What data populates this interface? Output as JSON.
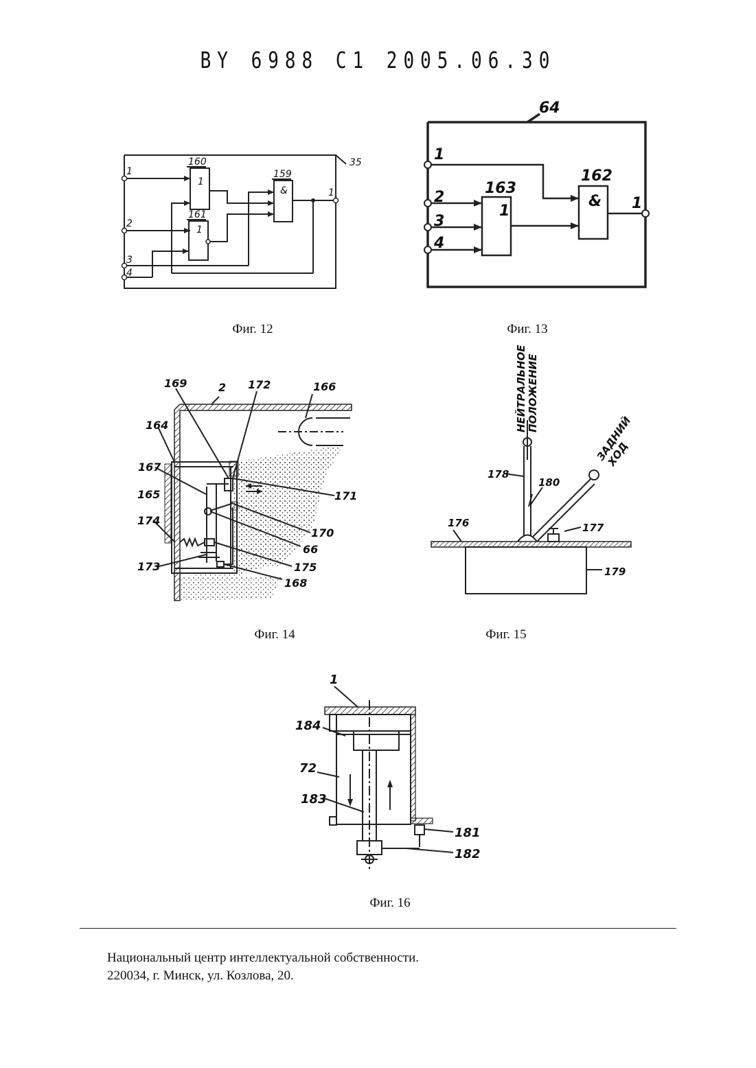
{
  "header": {
    "text": "BY 6988 C1 2005.06.30"
  },
  "figures": [
    {
      "caption": "Фиг. 12",
      "labels": {
        "outer": "35",
        "block_or_top": "160",
        "block_or_bottom": "161",
        "block_and": "159",
        "or_symbol": "1",
        "and_symbol": "&",
        "in1": "1",
        "in2": "2",
        "in3": "3",
        "in4": "4",
        "out": "1"
      }
    },
    {
      "caption": "Фиг. 13",
      "labels": {
        "outer": "64",
        "block_or": "163",
        "block_and": "162",
        "or_symbol": "1",
        "and_symbol": "&",
        "in1": "1",
        "in2": "2",
        "in3": "3",
        "in4": "4",
        "out": "1"
      }
    },
    {
      "caption": "Фиг. 14",
      "labels": {
        "l169": "169",
        "l2": "2",
        "l172": "172",
        "l166": "166",
        "l164": "164",
        "l167": "167",
        "l165": "165",
        "l174": "174",
        "l173": "173",
        "l171": "171",
        "l170": "170",
        "l66": "66",
        "l175": "175",
        "l168": "168"
      }
    },
    {
      "caption": "Фиг. 15",
      "labels": {
        "neutral_1": "НЕЙТРАЛЬНОЕ",
        "neutral_2": "ПОЛОЖЕНИЕ",
        "reverse_1": "ЗАДНИЙ",
        "reverse_2": "ХОД",
        "l178": "178",
        "l180": "180",
        "l176": "176",
        "l177": "177",
        "l179": "179"
      }
    },
    {
      "caption": "Фиг. 16",
      "labels": {
        "l1": "1",
        "l184": "184",
        "l72": "72",
        "l183": "183",
        "l181": "181",
        "l182": "182"
      }
    }
  ],
  "footer": {
    "line1": "Национальный центр интеллектуальной собственности.",
    "line2": "220034, г. Минск, ул. Козлова, 20."
  }
}
